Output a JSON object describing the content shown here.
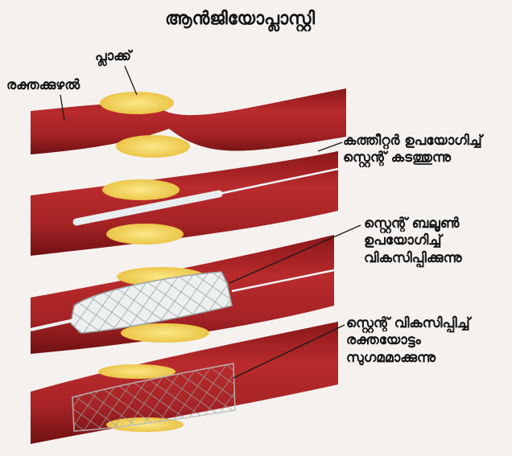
{
  "title": "ആൻജിയോപ്ലാസ്റ്റി",
  "labels": {
    "plaque": "പ്ലാക്ക്",
    "blood_vessel": "രക്തക്കുഴൽ"
  },
  "steps": [
    {
      "line1": "കത്തീറ്റർ ഉപയോഗിച്ച്",
      "line2": "സ്റ്റെന്റ് കടത്തുന്നു"
    },
    {
      "line1": "സ്റ്റെന്റ് ബലൂൺ",
      "line2": "ഉപയോഗിച്ച്",
      "line3": "വികസിപ്പിക്കുന്നു"
    },
    {
      "line1": "സ്റ്റെന്റ് വികസിപ്പിച്ച്",
      "line2": "രക്തയോട്ടം",
      "line3": "സുഗമമാക്കുന്നു"
    }
  ],
  "colors": {
    "vessel": "#b5282a",
    "vessel_dark": "#7e1416",
    "plaque": "#f2d45a",
    "catheter": "#e6ecef",
    "stent": "#d9dcdc",
    "background": "#f4f1ef"
  }
}
